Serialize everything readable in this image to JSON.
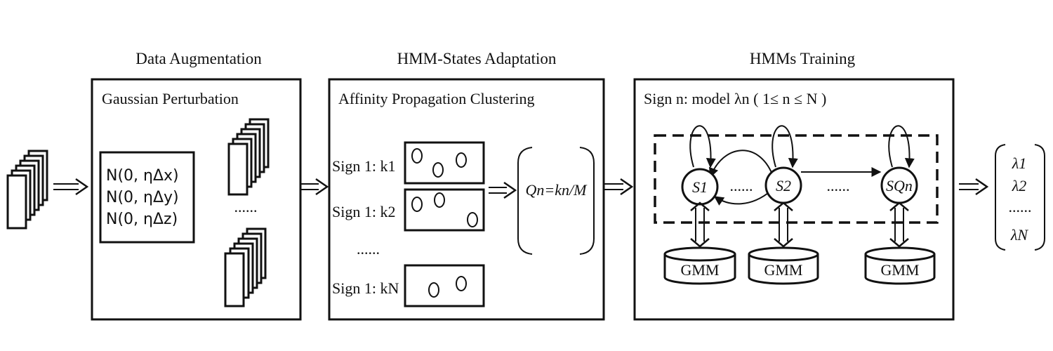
{
  "sections": [
    {
      "title": "Data Augmentation",
      "subtitle": "Gaussian Perturbation"
    },
    {
      "title": "HMM-States Adaptation",
      "subtitle": "Affinity Propagation Clustering"
    },
    {
      "title": "HMMs Training",
      "subtitle": "Sign n:  model λn  ( 1≤ n ≤ N )"
    }
  ],
  "gaussian": [
    "N(0, ηΔx)",
    "N(0, ηΔy)",
    "N(0, ηΔz)"
  ],
  "frames_ellipsis": "......",
  "clusters": [
    {
      "label": "Sign 1: k1"
    },
    {
      "label": "Sign 1: k2"
    },
    {
      "label": "......"
    },
    {
      "label": "Sign 1: kN"
    }
  ],
  "formula": "Qn=kn/M",
  "states": {
    "s1": "S1",
    "s2": "S2",
    "sq": "SQn",
    "dots": "......"
  },
  "gmm_label": "GMM",
  "output": {
    "top": "λ1",
    "mid": "λ2",
    "dots": "......",
    "bottom": "λN"
  }
}
